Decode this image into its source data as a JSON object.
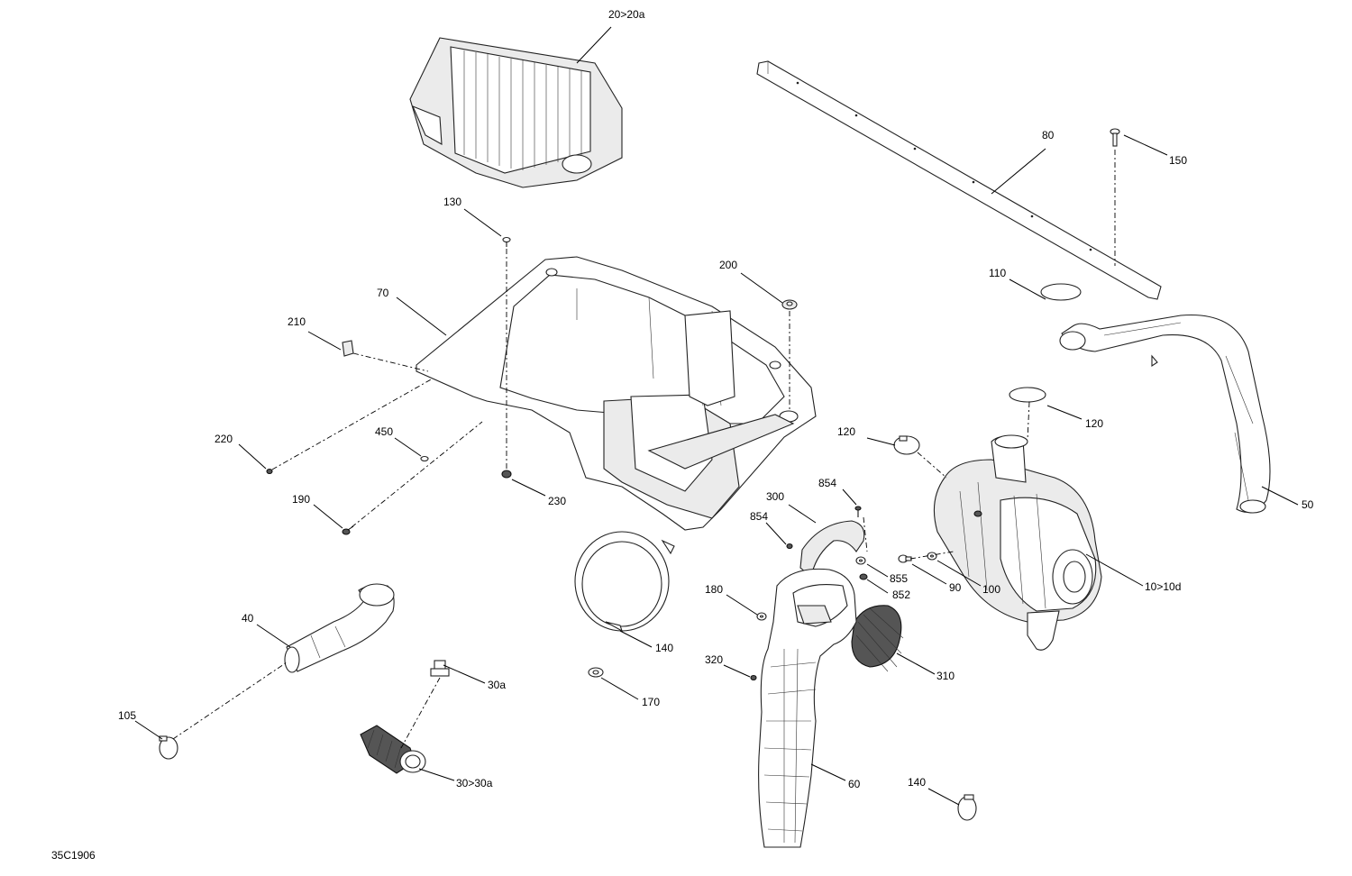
{
  "diagram_code": "35C1906",
  "labels": {
    "l_20": "20>20a",
    "l_80": "80",
    "l_150": "150",
    "l_130": "130",
    "l_200": "200",
    "l_70": "70",
    "l_210": "210",
    "l_110": "110",
    "l_120a": "120",
    "l_120b": "120",
    "l_220": "220",
    "l_450": "450",
    "l_854a": "854",
    "l_854b": "854",
    "l_300": "300",
    "l_230": "230",
    "l_190": "190",
    "l_50": "50",
    "l_855": "855",
    "l_90": "90",
    "l_100": "100",
    "l_10": "10>10d",
    "l_852": "852",
    "l_180": "180",
    "l_40": "40",
    "l_140a": "140",
    "l_310": "310",
    "l_320": "320",
    "l_30a": "30a",
    "l_170": "170",
    "l_105": "105",
    "l_30": "30>30a",
    "l_60": "60",
    "l_140b": "140"
  }
}
